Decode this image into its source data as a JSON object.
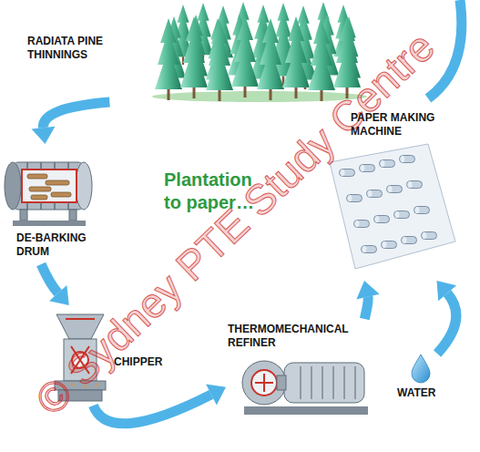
{
  "diagram": {
    "title": "Plantation to paper…",
    "nodes": [
      {
        "text": [
          "RADIATA PINE THINNINGS"
        ]
      },
      {
        "text": [
          "DE-BARKING DRUM"
        ]
      },
      {
        "text": [
          "CHIPPER"
        ]
      },
      {
        "text": [
          "THERMOMECHANICAL REFINER"
        ]
      },
      {
        "text": [
          "PAPER MAKING MACHINE"
        ]
      },
      {
        "text": [
          "WATER"
        ]
      }
    ],
    "edges": [
      {
        "from": 0,
        "to": 1,
        "arrow": "to"
      },
      {
        "from": 1,
        "to": 2,
        "arrow": "to"
      },
      {
        "from": 2,
        "to": 3,
        "arrow": "to"
      },
      {
        "from": 3,
        "to": 4,
        "arrow": "to"
      },
      {
        "from": 5,
        "to": 4,
        "arrow": "to"
      }
    ],
    "labels": [
      "© Sydney PTE Study Centre"
    ]
  }
}
